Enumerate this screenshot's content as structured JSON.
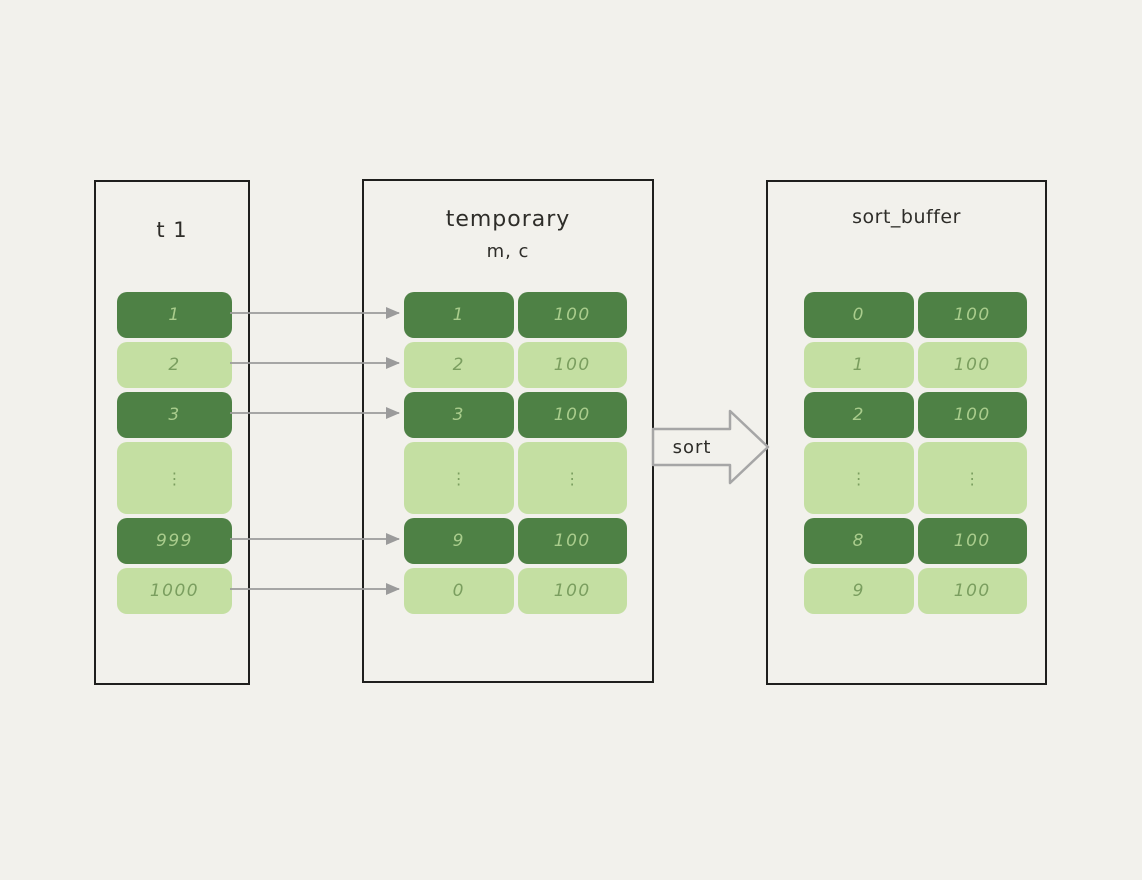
{
  "panels": [
    {
      "id": "t1",
      "title": "t 1",
      "rows": [
        {
          "variant": "dark",
          "dots": false,
          "cells": [
            "1"
          ]
        },
        {
          "variant": "light",
          "dots": false,
          "cells": [
            "2"
          ]
        },
        {
          "variant": "dark",
          "dots": false,
          "cells": [
            "3"
          ]
        },
        {
          "variant": "light",
          "dots": true,
          "cells": [
            "⋮"
          ]
        },
        {
          "variant": "dark",
          "dots": false,
          "cells": [
            "999"
          ]
        },
        {
          "variant": "light",
          "dots": false,
          "cells": [
            "1000"
          ]
        }
      ]
    },
    {
      "id": "temporary",
      "title": "temporary",
      "subtitle": "m, c",
      "rows": [
        {
          "variant": "dark",
          "dots": false,
          "cells": [
            "1",
            "100"
          ]
        },
        {
          "variant": "light",
          "dots": false,
          "cells": [
            "2",
            "100"
          ]
        },
        {
          "variant": "dark",
          "dots": false,
          "cells": [
            "3",
            "100"
          ]
        },
        {
          "variant": "light",
          "dots": true,
          "cells": [
            "⋮",
            "⋮"
          ]
        },
        {
          "variant": "dark",
          "dots": false,
          "cells": [
            "9",
            "100"
          ]
        },
        {
          "variant": "light",
          "dots": false,
          "cells": [
            "0",
            "100"
          ]
        }
      ]
    },
    {
      "id": "sort_buffer",
      "title": "sort_buffer",
      "rows": [
        {
          "variant": "dark",
          "dots": false,
          "cells": [
            "0",
            "100"
          ]
        },
        {
          "variant": "light",
          "dots": false,
          "cells": [
            "1",
            "100"
          ]
        },
        {
          "variant": "dark",
          "dots": false,
          "cells": [
            "2",
            "100"
          ]
        },
        {
          "variant": "light",
          "dots": true,
          "cells": [
            "⋮",
            "⋮"
          ]
        },
        {
          "variant": "dark",
          "dots": false,
          "cells": [
            "8",
            "100"
          ]
        },
        {
          "variant": "light",
          "dots": false,
          "cells": [
            "9",
            "100"
          ]
        }
      ]
    }
  ],
  "sort_arrow": {
    "label": "sort"
  },
  "connector_rows": [
    0,
    1,
    2,
    4,
    5
  ],
  "colors": {
    "background": "#F2F1EC",
    "panel_border": "#1F1F1D",
    "title_text": "#2E2D29",
    "dark_cell": "#4E8145",
    "light_cell": "#C4DFA2",
    "dark_cell_text": "#A9CC8C",
    "light_cell_text": "#7A9E5F",
    "arrow": "#9B9B9B"
  }
}
